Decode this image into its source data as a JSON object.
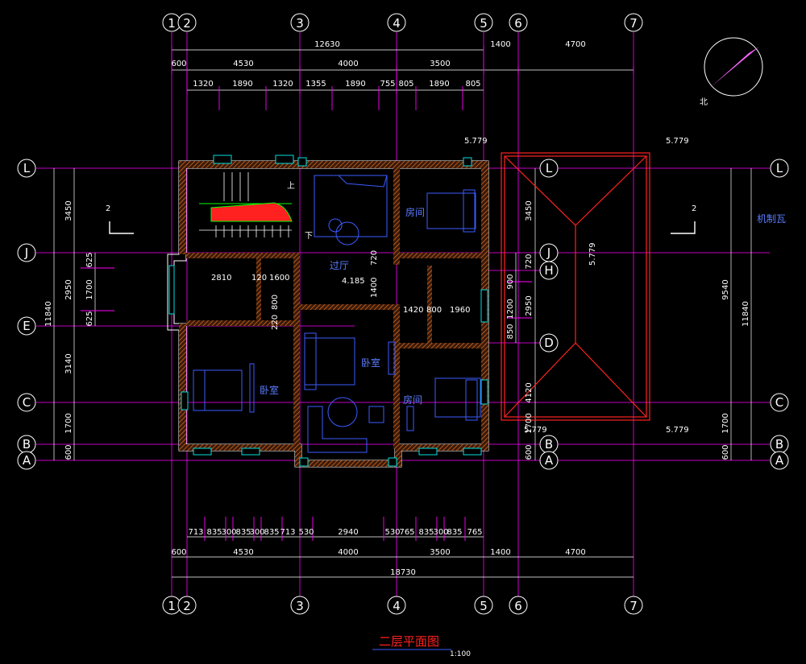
{
  "drawing": {
    "title": "二层平面图",
    "scale": "1:100",
    "north_label": "北",
    "colors": {
      "background": "#000000",
      "grid": "#ff00ff",
      "wall_outline": "#ffffff",
      "wall_hatch": "#d2691e",
      "furniture": "#3b5bff",
      "roof": "#ff2222",
      "stair": "#00ff00",
      "window": "#00e0e0"
    }
  },
  "axes": {
    "vertical_labels_top": [
      "1",
      "2",
      "3",
      "4",
      "5",
      "6",
      "7"
    ],
    "vertical_labels_bottom": [
      "1",
      "2",
      "3",
      "4",
      "5",
      "6",
      "7"
    ],
    "horizontal_labels_left": [
      "L",
      "J",
      "E",
      "C",
      "B",
      "A"
    ],
    "horizontal_labels_right": [
      "L",
      "C",
      "B",
      "A"
    ],
    "horizontal_labels_mid": [
      "L",
      "J",
      "H",
      "D",
      "B",
      "A"
    ]
  },
  "dims_top": {
    "total": "12630",
    "row2": [
      "600",
      "4530",
      "4000",
      "3500",
      "1400",
      "4700"
    ],
    "row3": [
      "1320",
      "1890",
      "1320",
      "1355",
      "1890",
      "755",
      "805",
      "1890",
      "805"
    ]
  },
  "dims_bottom": {
    "row1": [
      "713",
      "835",
      "300",
      "835",
      "300",
      "835",
      "713",
      "530",
      "2940",
      "530",
      "765",
      "835",
      "300",
      "835",
      "765"
    ],
    "row2": [
      "600",
      "4530",
      "4000",
      "3500",
      "1400",
      "4700"
    ],
    "total": "18730"
  },
  "dims_left": {
    "outer": [
      "3450",
      "2950",
      "3140",
      "1700",
      "600"
    ],
    "total": "11840",
    "inner": [
      "625",
      "1700",
      "625"
    ]
  },
  "dims_right": {
    "outer": [
      "3450",
      "2950",
      "4120",
      "1700",
      "600"
    ],
    "total": "11840",
    "inner_total": "9540",
    "inner": [
      "720",
      "900",
      "1200",
      "850"
    ]
  },
  "dims_mid_col": [
    "3450",
    "720",
    "900",
    "1200",
    "850",
    "2950",
    "4120",
    "1700",
    "600"
  ],
  "rooms": [
    {
      "name": "过厅"
    },
    {
      "name": "卧室"
    },
    {
      "name": "卧室"
    },
    {
      "name": "房间"
    },
    {
      "name": "房间"
    }
  ],
  "stair_labels": {
    "up": "上",
    "down": "下"
  },
  "inner_dims": [
    "2810",
    "120",
    "1600",
    "1400",
    "720",
    "1420",
    "800",
    "1960",
    "220",
    "800",
    "4.185"
  ],
  "elevations": [
    "5.779",
    "5.779",
    "5.779",
    "5.779",
    "5.779"
  ],
  "section_marks": [
    "2",
    "2"
  ],
  "roof_note": "机制瓦"
}
